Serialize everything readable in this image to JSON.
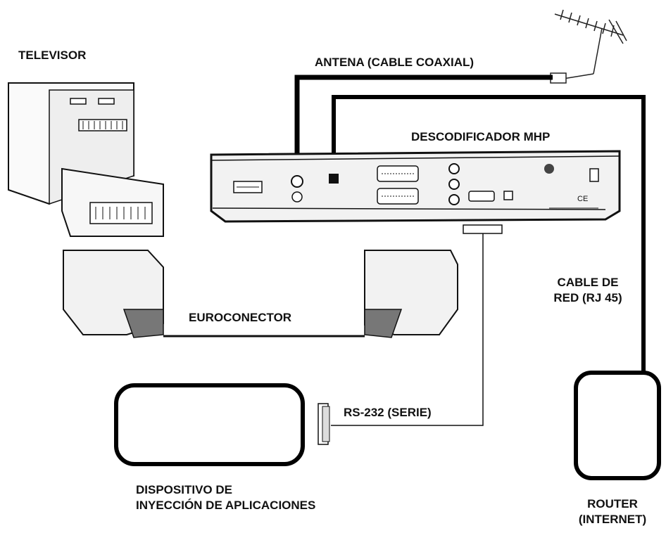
{
  "labels": {
    "televisor": "TELEVISOR",
    "antena": "ANTENA (CABLE COAXIAL)",
    "descodificador": "DESCODIFICADOR MHP",
    "euroconector": "EUROCONECTOR",
    "rs232": "RS-232 (SERIE)",
    "cable_red_1": "CABLE DE",
    "cable_red_2": "RED (RJ 45)",
    "dispositivo_1": "DISPOSITIVO DE",
    "dispositivo_2": "INYECCIÓN DE APLICACIONES",
    "router_1": "ROUTER",
    "router_2": "(INTERNET)"
  }
}
